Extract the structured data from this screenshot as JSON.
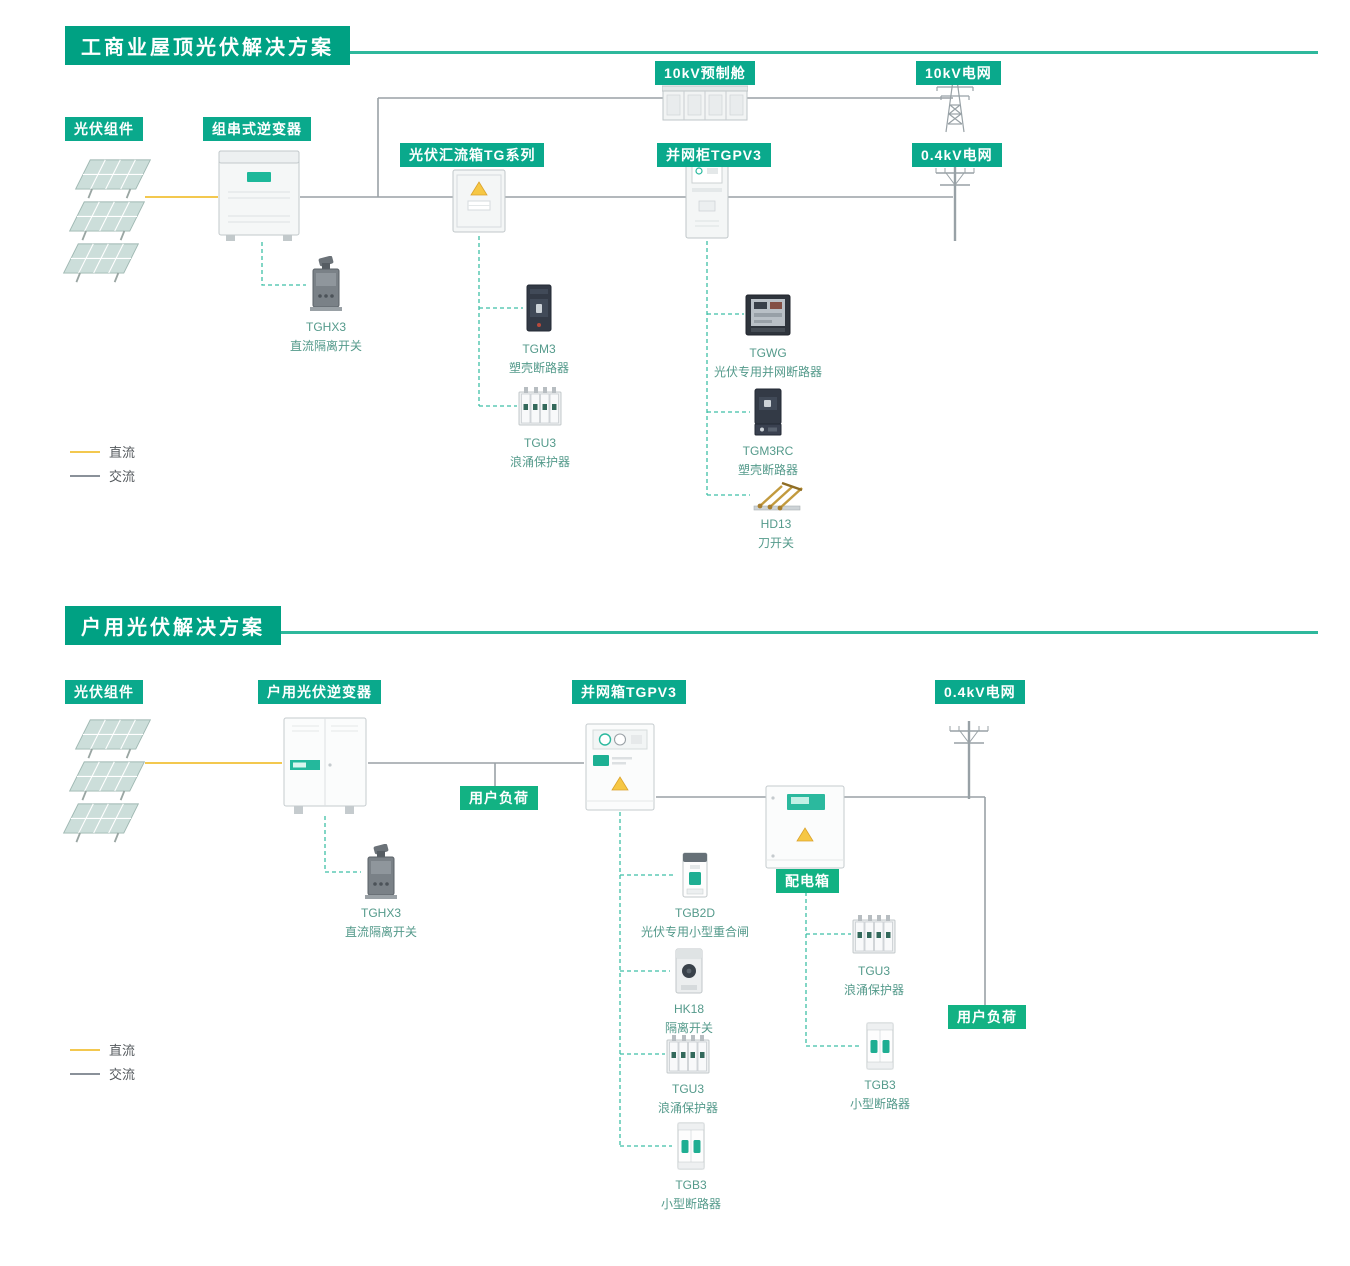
{
  "colors": {
    "title_teal": "#00a183",
    "badge_teal": "#0aa98c",
    "badge_green": "#12b283",
    "dc_yellow": "#f3c84f",
    "ac_gray": "#9aa1a6",
    "dashed_teal": "#3fbfa6",
    "caption_teal": "#549a8b",
    "warning_yellow": "#f6c744"
  },
  "legend": {
    "dc": "直流",
    "ac": "交流"
  },
  "section1": {
    "title": "工商业屋顶光伏解决方案",
    "badges": {
      "pv_modules": "光伏组件",
      "string_inverter": "组串式逆变器",
      "combiner_box": "光伏汇流箱TG系列",
      "prefab_cabin": "10kV预制舱",
      "grid_cabinet": "并网柜TGPV3",
      "grid_10kv": "10kV电网",
      "grid_04kv": "0.4kV电网"
    },
    "components": {
      "tghx3": {
        "model": "TGHX3",
        "name": "直流隔离开关"
      },
      "tgm3": {
        "model": "TGM3",
        "name": "塑壳断路器"
      },
      "tgu3": {
        "model": "TGU3",
        "name": "浪涌保护器"
      },
      "tgwg": {
        "model": "TGWG",
        "name": "光伏专用并网断路器"
      },
      "tgm3rc": {
        "model": "TGM3RC",
        "name": "塑壳断路器"
      },
      "hd13": {
        "model": "HD13",
        "name": "刀开关"
      }
    }
  },
  "section2": {
    "title": "户用光伏解决方案",
    "badges": {
      "pv_modules": "光伏组件",
      "inverter": "户用光伏逆变器",
      "grid_box": "并网箱TGPV3",
      "grid_04kv": "0.4kV电网",
      "user_load_top": "用户负荷",
      "dist_box": "配电箱",
      "user_load_right": "用户负荷"
    },
    "components": {
      "tghx3": {
        "model": "TGHX3",
        "name": "直流隔离开关"
      },
      "tgb2d": {
        "model": "TGB2D",
        "name": "光伏专用小型重合闸"
      },
      "hk18": {
        "model": "HK18",
        "name": "隔离开关"
      },
      "tgu3_mid": {
        "model": "TGU3",
        "name": "浪涌保护器"
      },
      "tgb3_mid": {
        "model": "TGB3",
        "name": "小型断路器"
      },
      "tgu3_right": {
        "model": "TGU3",
        "name": "浪涌保护器"
      },
      "tgb3_right": {
        "model": "TGB3",
        "name": "小型断路器"
      }
    }
  }
}
